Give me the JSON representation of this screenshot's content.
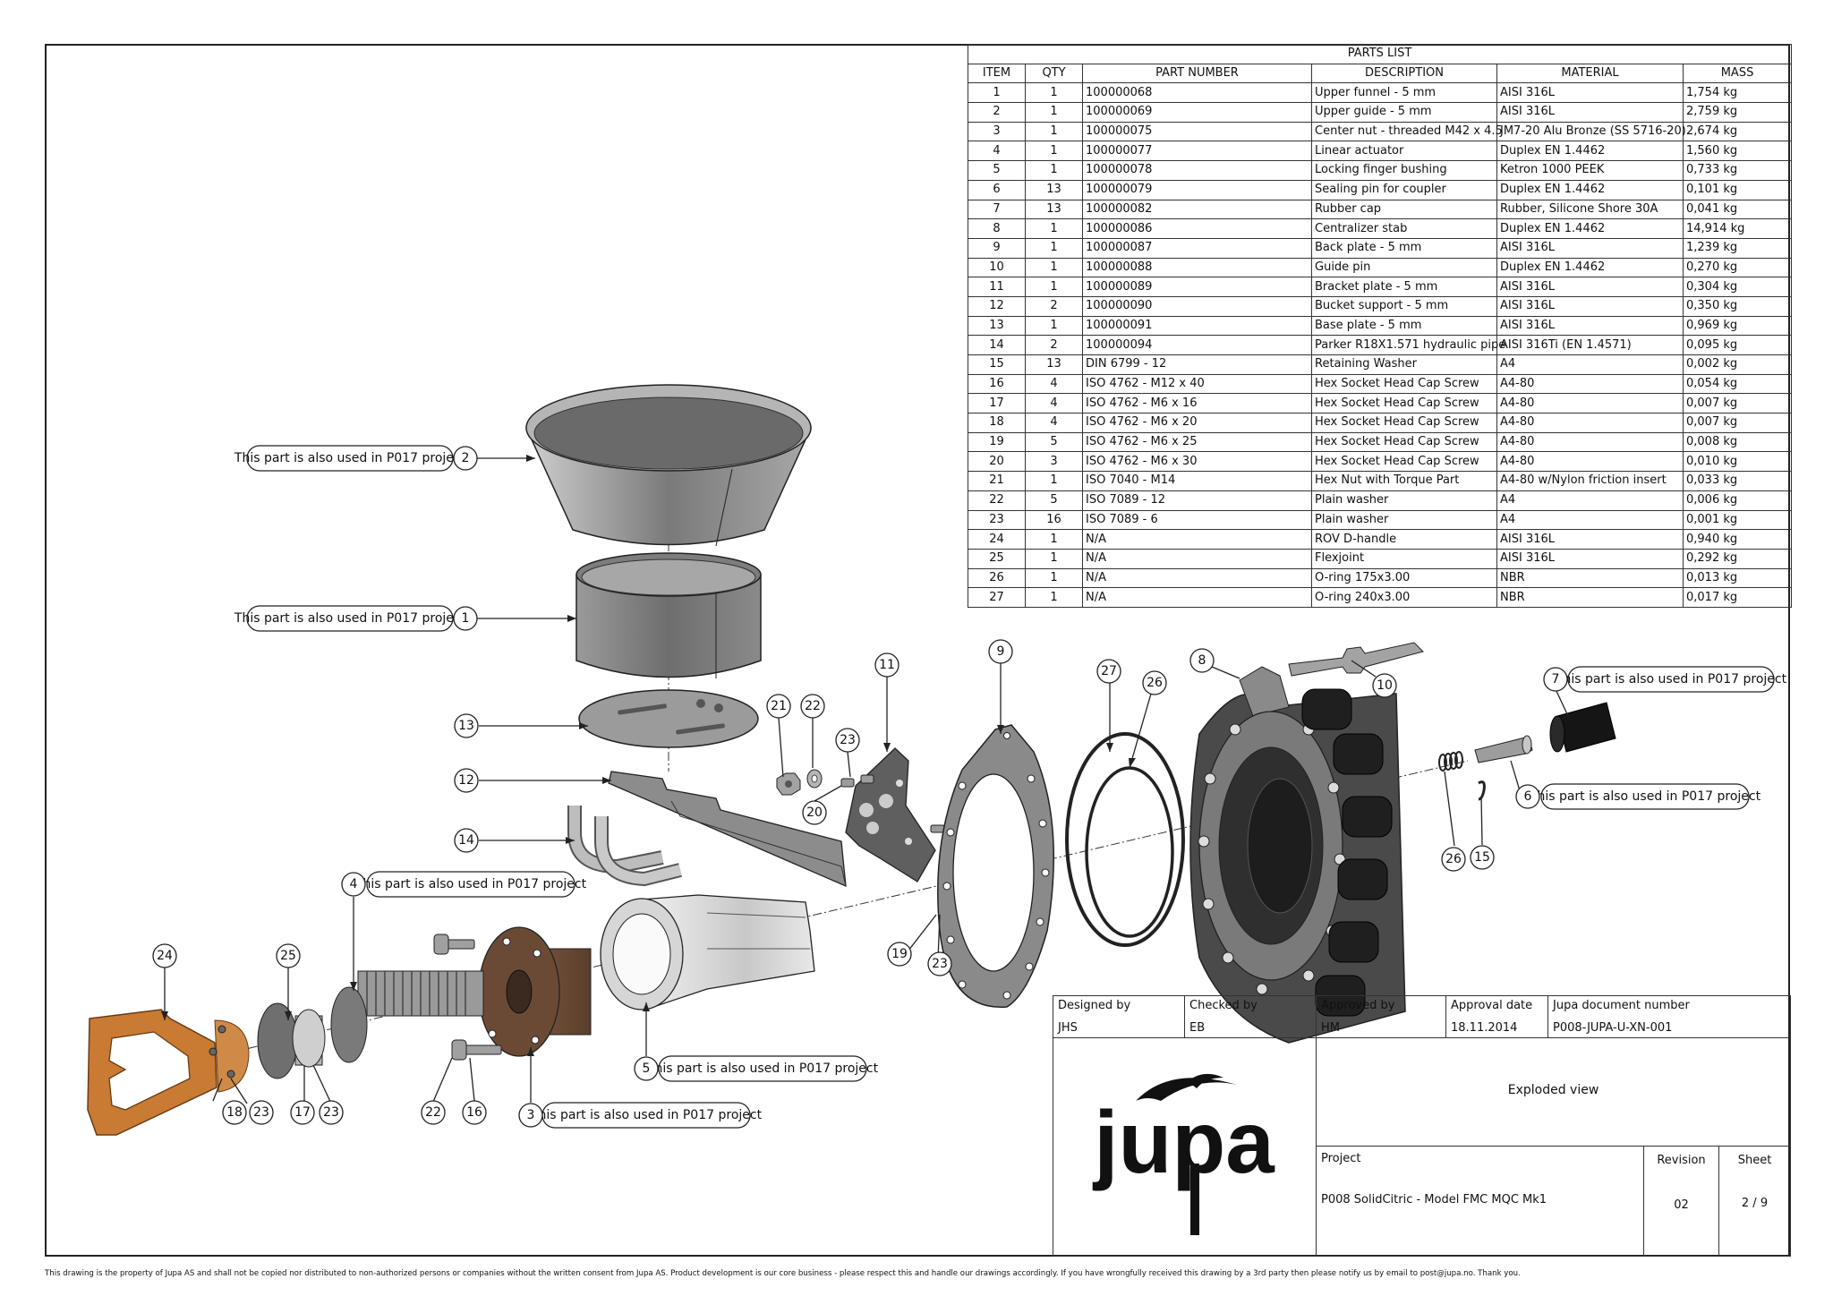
{
  "parts_list": {
    "title": "PARTS LIST",
    "headers": [
      "ITEM",
      "QTY",
      "PART NUMBER",
      "DESCRIPTION",
      "MATERIAL",
      "MASS"
    ],
    "rows": [
      [
        "1",
        "1",
        "100000068",
        "Upper funnel - 5 mm",
        "AISI 316L",
        "1,754 kg"
      ],
      [
        "2",
        "1",
        "100000069",
        "Upper guide - 5 mm",
        "AISI 316L",
        "2,759 kg"
      ],
      [
        "3",
        "1",
        "100000075",
        "Center nut - threaded M42 x 4.5",
        "JM7-20 Alu Bronze (SS 5716-20)",
        "2,674 kg"
      ],
      [
        "4",
        "1",
        "100000077",
        "Linear actuator",
        "Duplex EN 1.4462",
        "1,560 kg"
      ],
      [
        "5",
        "1",
        "100000078",
        "Locking finger bushing",
        "Ketron 1000 PEEK",
        "0,733 kg"
      ],
      [
        "6",
        "13",
        "100000079",
        "Sealing pin for coupler",
        "Duplex EN 1.4462",
        "0,101 kg"
      ],
      [
        "7",
        "13",
        "100000082",
        "Rubber cap",
        "Rubber, Silicone Shore 30A",
        "0,041 kg"
      ],
      [
        "8",
        "1",
        "100000086",
        "Centralizer stab",
        "Duplex EN 1.4462",
        "14,914 kg"
      ],
      [
        "9",
        "1",
        "100000087",
        "Back plate - 5 mm",
        "AISI 316L",
        "1,239 kg"
      ],
      [
        "10",
        "1",
        "100000088",
        "Guide pin",
        "Duplex EN 1.4462",
        "0,270 kg"
      ],
      [
        "11",
        "1",
        "100000089",
        "Bracket plate - 5 mm",
        "AISI 316L",
        "0,304 kg"
      ],
      [
        "12",
        "2",
        "100000090",
        "Bucket support - 5 mm",
        "AISI 316L",
        "0,350 kg"
      ],
      [
        "13",
        "1",
        "100000091",
        "Base plate - 5 mm",
        "AISI 316L",
        "0,969 kg"
      ],
      [
        "14",
        "2",
        "100000094",
        "Parker R18X1.571 hydraulic pipe",
        "AISI 316Ti (EN 1.4571)",
        "0,095 kg"
      ],
      [
        "15",
        "13",
        "DIN 6799 - 12",
        "Retaining Washer",
        "A4",
        "0,002 kg"
      ],
      [
        "16",
        "4",
        "ISO 4762 - M12 x 40",
        "Hex Socket Head Cap Screw",
        "A4-80",
        "0,054 kg"
      ],
      [
        "17",
        "4",
        "ISO 4762 - M6 x 16",
        "Hex Socket Head Cap Screw",
        "A4-80",
        "0,007 kg"
      ],
      [
        "18",
        "4",
        "ISO 4762 - M6 x 20",
        "Hex Socket Head Cap Screw",
        "A4-80",
        "0,007 kg"
      ],
      [
        "19",
        "5",
        "ISO 4762 - M6 x 25",
        "Hex Socket Head Cap Screw",
        "A4-80",
        "0,008 kg"
      ],
      [
        "20",
        "3",
        "ISO 4762 - M6 x 30",
        "Hex Socket Head Cap Screw",
        "A4-80",
        "0,010 kg"
      ],
      [
        "21",
        "1",
        "ISO 7040 - M14",
        "Hex Nut with Torque Part",
        "A4-80 w/Nylon friction insert",
        "0,033 kg"
      ],
      [
        "22",
        "5",
        "ISO 7089 - 12",
        "Plain washer",
        "A4",
        "0,006 kg"
      ],
      [
        "23",
        "16",
        "ISO 7089 - 6",
        "Plain washer",
        "A4",
        "0,001 kg"
      ],
      [
        "24",
        "1",
        "N/A",
        "ROV D-handle",
        "AISI 316L",
        "0,940 kg"
      ],
      [
        "25",
        "1",
        "N/A",
        "Flexjoint",
        "AISI 316L",
        "0,292 kg"
      ],
      [
        "26",
        "1",
        "N/A",
        "O-ring 175x3.00",
        "NBR",
        "0,013 kg"
      ],
      [
        "27",
        "1",
        "N/A",
        "O-ring 240x3.00",
        "NBR",
        "0,017 kg"
      ]
    ]
  },
  "note_text": "This part is also used in P017 project",
  "balloons": {
    "b1": "1",
    "b2": "2",
    "b3": "3",
    "b4": "4",
    "b5": "5",
    "b6": "6",
    "b7": "7",
    "b8": "8",
    "b9": "9",
    "b10": "10",
    "b11": "11",
    "b12": "12",
    "b13": "13",
    "b14": "14",
    "b15": "15",
    "b16": "16",
    "b17": "17",
    "b18": "18",
    "b19": "19",
    "b20": "20",
    "b21": "21",
    "b22a": "22",
    "b22b": "22",
    "b23a": "23",
    "b23b": "23",
    "b23c": "23",
    "b23d": "23",
    "b23e": "23",
    "b24": "24",
    "b25": "25",
    "b26a": "26",
    "b26b": "26",
    "b27": "27"
  },
  "title_block": {
    "designed_by_label": "Designed by",
    "designed_by": "JHS",
    "checked_by_label": "Checked by",
    "checked_by": "EB",
    "approved_by_label": "Approved by",
    "approved_by": "HM",
    "approval_date_label": "Approval date",
    "approval_date": "18.11.2014",
    "doc_number_label": "Jupa document number",
    "doc_number": "P008-JUPA-U-XN-001",
    "view_title": "Exploded view",
    "project_label": "Project",
    "project": "P008 SolidCitric - Model FMC MQC Mk1",
    "revision_label": "Revision",
    "revision": "02",
    "sheet_label": "Sheet",
    "sheet": "2 / 9",
    "logo_text": "jupa"
  },
  "footer_text": "This drawing is the property of Jupa AS and shall not be copied nor distributed to non-authorized persons or companies without the written consent from Jupa AS. Product development is our core business - please respect this and handle our drawings accordingly. If you have wrongfully received this drawing by a 3rd party then please notify us by email to post@jupa.no. Thank you.",
  "colors": {
    "steel": "#8a8a8a",
    "steel_dark": "#5a5a5a",
    "bronze": "#6b4a35",
    "handle": "#c97a33",
    "line": "#222222"
  }
}
